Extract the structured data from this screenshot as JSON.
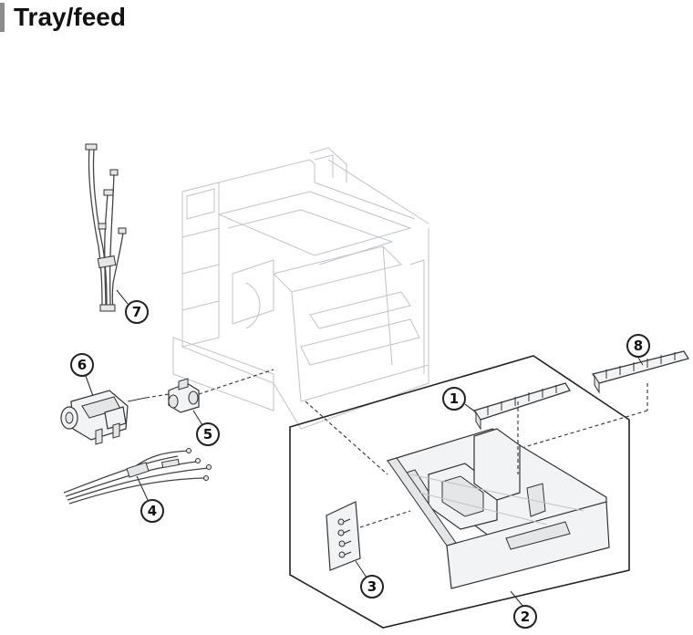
{
  "header": {
    "title": "Tray/feed"
  },
  "callouts": [
    {
      "id": "callout-1",
      "label": "1"
    },
    {
      "id": "callout-2",
      "label": "2"
    },
    {
      "id": "callout-3",
      "label": "3"
    },
    {
      "id": "callout-4",
      "label": "4"
    },
    {
      "id": "callout-5",
      "label": "5"
    },
    {
      "id": "callout-6",
      "label": "6"
    },
    {
      "id": "callout-7",
      "label": "7"
    },
    {
      "id": "callout-8",
      "label": "8"
    }
  ]
}
